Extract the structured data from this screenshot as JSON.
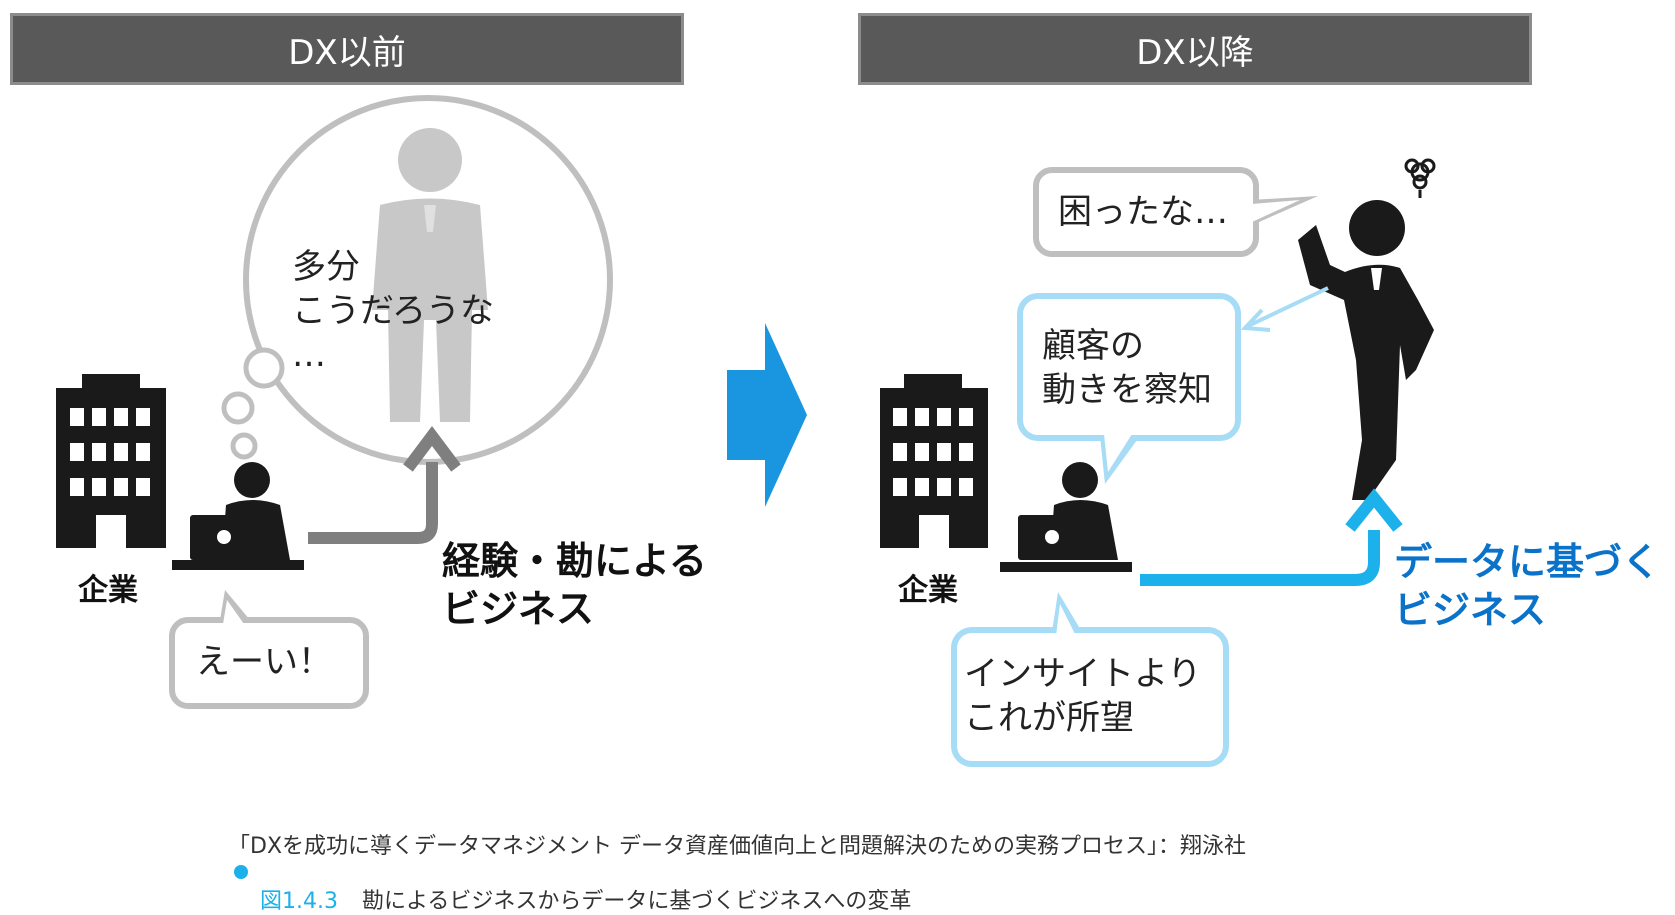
{
  "headers": {
    "before": "DX以前",
    "after": "DX以降"
  },
  "before": {
    "thought": "多分\nこうだろうな\n…",
    "company_label": "企業",
    "speech": "えーい！",
    "business_label": "経験・勘による\nビジネス"
  },
  "after": {
    "customer_speech": "困ったな…",
    "insight_bubble": "顧客の\n動きを察知",
    "company_label": "企業",
    "request_bubble": "インサイトより\nこれが所望",
    "business_label": "データに基づく\nビジネス"
  },
  "caption": {
    "source": "「DXを成功に導くデータマネジメント データ資産価値向上と問題解決のための実務プロセス」：翔泳社",
    "figure_no": "図1.4.3",
    "figure_title": "勘によるビジネスからデータに基づくビジネスへの変革"
  },
  "colors": {
    "header_bg": "#595959",
    "bubble_gray": "#bfbfbf",
    "bubble_blue": "#a6dcf5",
    "accent_blue": "#1cb1ea",
    "title_blue": "#0b72c9",
    "gray_arrow": "#7f7f7f",
    "ghost_gray": "#c8c8c8",
    "figure_black": "#1a1a1a"
  }
}
